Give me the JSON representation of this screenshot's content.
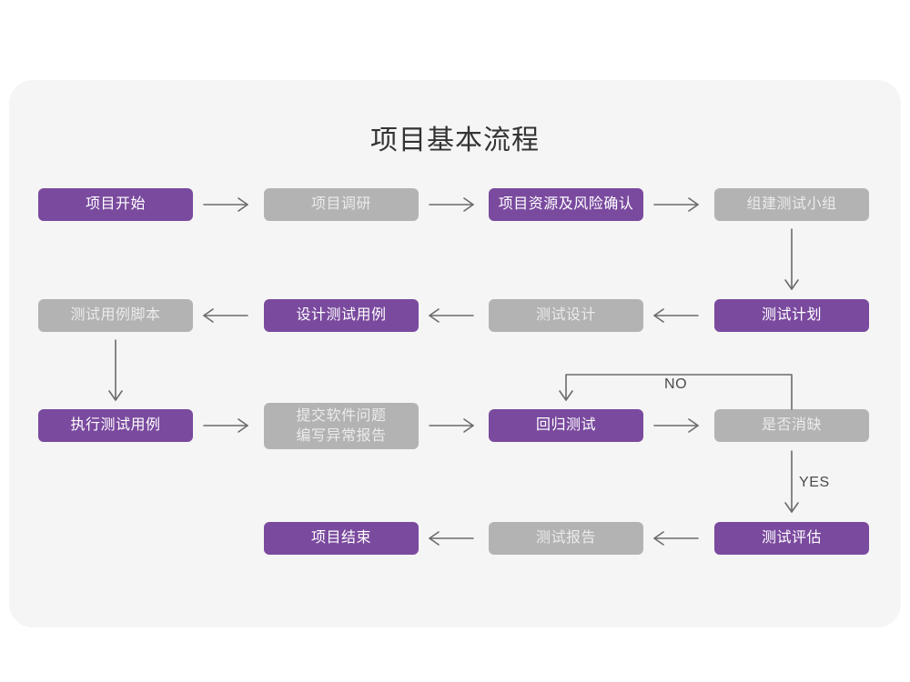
{
  "page": {
    "background": "#ffffff",
    "card_background": "#f5f5f5"
  },
  "title": "项目基本流程",
  "colors": {
    "purple": "#7a4a9e",
    "gray": "#b3b3b3",
    "purple_text": "#ffffff",
    "gray_text": "#eceaec",
    "connector": "#6b6b6b",
    "title_text": "#333333",
    "label_text": "#4a4a4a"
  },
  "chart_data": {
    "type": "diagram",
    "title": "项目基本流程",
    "nodes": [
      {
        "id": "n1",
        "label": "项目开始",
        "style": "purple",
        "row": 1,
        "col": 1
      },
      {
        "id": "n2",
        "label": "项目调研",
        "style": "gray",
        "row": 1,
        "col": 2
      },
      {
        "id": "n3",
        "label": "项目资源及风险确认",
        "style": "purple",
        "row": 1,
        "col": 3
      },
      {
        "id": "n4",
        "label": "组建测试小组",
        "style": "gray",
        "row": 1,
        "col": 4
      },
      {
        "id": "n5",
        "label": "测试用例脚本",
        "style": "gray",
        "row": 2,
        "col": 1
      },
      {
        "id": "n6",
        "label": "设计测试用例",
        "style": "purple",
        "row": 2,
        "col": 2
      },
      {
        "id": "n7",
        "label": "测试设计",
        "style": "gray",
        "row": 2,
        "col": 3
      },
      {
        "id": "n8",
        "label": "测试计划",
        "style": "purple",
        "row": 2,
        "col": 4
      },
      {
        "id": "n9",
        "label": "执行测试用例",
        "style": "purple",
        "row": 3,
        "col": 1
      },
      {
        "id": "n10",
        "label": "提交软件问题\n编写异常报告",
        "style": "gray",
        "row": 3,
        "col": 2
      },
      {
        "id": "n11",
        "label": "回归测试",
        "style": "purple",
        "row": 3,
        "col": 3
      },
      {
        "id": "n12",
        "label": "是否消缺",
        "style": "gray",
        "row": 3,
        "col": 4
      },
      {
        "id": "n13",
        "label": "项目结束",
        "style": "purple",
        "row": 4,
        "col": 2
      },
      {
        "id": "n14",
        "label": "测试报告",
        "style": "gray",
        "row": 4,
        "col": 3
      },
      {
        "id": "n15",
        "label": "测试评估",
        "style": "purple",
        "row": 4,
        "col": 4
      }
    ],
    "edges": [
      {
        "from": "n1",
        "to": "n2",
        "label": "",
        "direction": "right"
      },
      {
        "from": "n2",
        "to": "n3",
        "label": "",
        "direction": "right"
      },
      {
        "from": "n3",
        "to": "n4",
        "label": "",
        "direction": "right"
      },
      {
        "from": "n4",
        "to": "n8",
        "label": "",
        "direction": "down"
      },
      {
        "from": "n8",
        "to": "n7",
        "label": "",
        "direction": "left"
      },
      {
        "from": "n7",
        "to": "n6",
        "label": "",
        "direction": "left"
      },
      {
        "from": "n6",
        "to": "n5",
        "label": "",
        "direction": "left"
      },
      {
        "from": "n5",
        "to": "n9",
        "label": "",
        "direction": "down"
      },
      {
        "from": "n9",
        "to": "n10",
        "label": "",
        "direction": "right"
      },
      {
        "from": "n10",
        "to": "n11",
        "label": "",
        "direction": "right"
      },
      {
        "from": "n11",
        "to": "n12",
        "label": "",
        "direction": "right"
      },
      {
        "from": "n12",
        "to": "n11",
        "label": "NO",
        "direction": "loop-up-left"
      },
      {
        "from": "n12",
        "to": "n15",
        "label": "YES",
        "direction": "down"
      },
      {
        "from": "n15",
        "to": "n14",
        "label": "",
        "direction": "left"
      },
      {
        "from": "n14",
        "to": "n13",
        "label": "",
        "direction": "left"
      }
    ]
  },
  "labels": {
    "no": "NO",
    "yes": "YES"
  }
}
